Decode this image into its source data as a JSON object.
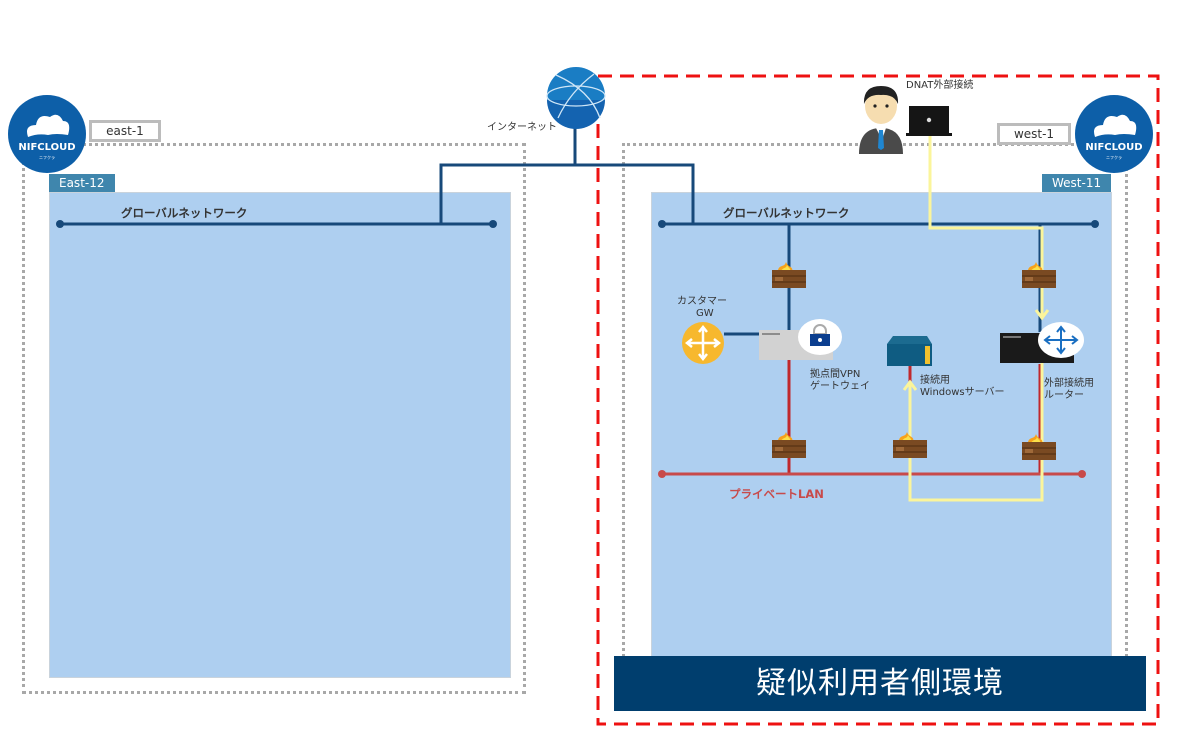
{
  "diagram": {
    "internet_label": "インターネット",
    "dnat_label": "DNAT外部接続",
    "logo_text": "NIFCLOUD",
    "logo_sub": "ニフクラ",
    "colors": {
      "global_network": "#17497a",
      "private_lan": "#c84a4a",
      "dnat_path": "#fbf59b",
      "highlight_border": "#ee1111",
      "zone_fill": "#aecff0",
      "zone_tab": "#3f86ad",
      "banner": "#003e6e"
    },
    "regions": [
      {
        "name": "east-1",
        "zone": "East-12",
        "global_network_label": "グローバルネットワーク"
      },
      {
        "name": "west-1",
        "zone": "West-11",
        "global_network_label": "グローバルネットワーク",
        "private_lan_label": "プライベートLAN"
      }
    ],
    "devices": {
      "customer_gw": "カスタマー\nGW",
      "vpn_gw_line1": "拠点間VPN",
      "vpn_gw_line2": "ゲートウェイ",
      "win_server_line1": "接続用",
      "win_server_line2": "Windowsサーバー",
      "ext_router_line1": "外部接続用",
      "ext_router_line2": "ルーター",
      "customer_gw_line1": "カスタマー",
      "customer_gw_line2": "GW"
    },
    "banner_text": "疑似利用者側環境"
  }
}
